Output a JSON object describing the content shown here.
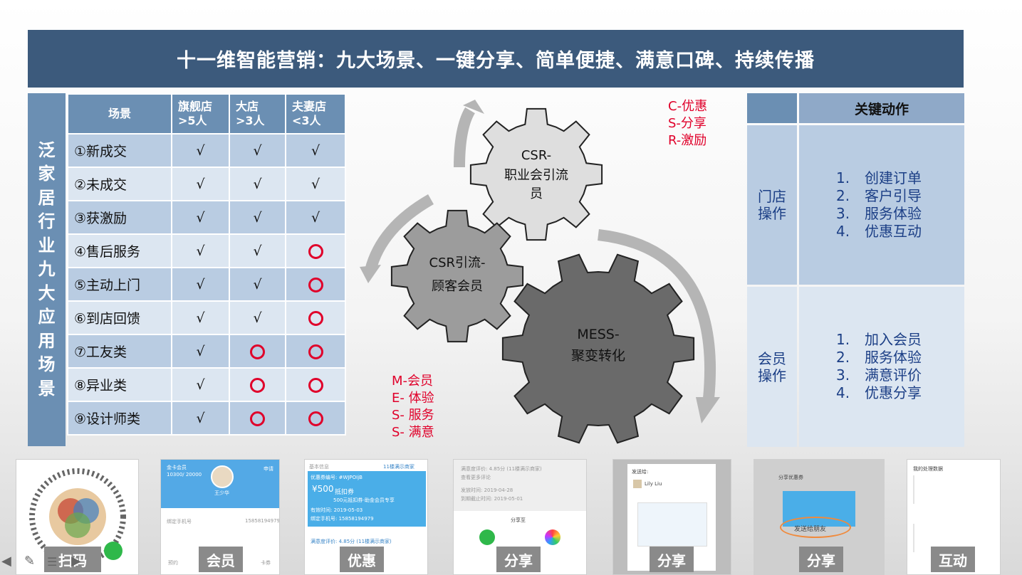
{
  "title": "十一维智能营销：九大场景、一键分享、简单便捷、满意口碑、持续传播",
  "left_table": {
    "side_label": [
      "泛",
      "家",
      "居",
      "行",
      "业",
      "九",
      "大",
      "应",
      "用",
      "场",
      "景"
    ],
    "headers": [
      [
        "场景"
      ],
      [
        "旗舰店",
        ">5人"
      ],
      [
        "大店",
        ">3人"
      ],
      [
        "夫妻店",
        "<3人"
      ]
    ],
    "rows": [
      {
        "name": "①新成交",
        "marks": [
          "√",
          "√",
          "√"
        ]
      },
      {
        "name": "②未成交",
        "marks": [
          "√",
          "√",
          "√"
        ]
      },
      {
        "name": "③获激励",
        "marks": [
          "√",
          "√",
          "√"
        ]
      },
      {
        "name": "④售后服务",
        "marks": [
          "√",
          "√",
          "O"
        ]
      },
      {
        "name": "⑤主动上门",
        "marks": [
          "√",
          "√",
          "O"
        ]
      },
      {
        "name": "⑥到店回馈",
        "marks": [
          "√",
          "√",
          "O"
        ]
      },
      {
        "name": "⑦工友类",
        "marks": [
          "√",
          "O",
          "O"
        ]
      },
      {
        "name": "⑧异业类",
        "marks": [
          "√",
          "O",
          "O"
        ]
      },
      {
        "name": "⑨设计师类",
        "marks": [
          "√",
          "O",
          "O"
        ]
      }
    ]
  },
  "gears": {
    "top": [
      "CSR-",
      "职业会引流",
      "员"
    ],
    "mid": [
      "CSR引流-",
      "顾客会员"
    ],
    "big": [
      "MESS-",
      "聚变转化"
    ]
  },
  "csr_legend": [
    "C-优惠",
    "S-分享",
    "R-激励"
  ],
  "mess_legend": [
    "M-会员",
    "E- 体验",
    "S- 服务",
    "S- 满意"
  ],
  "right_table": {
    "header": "关键动作",
    "sections": [
      {
        "label": [
          "门店",
          "操作"
        ],
        "items": [
          "创建订单",
          "客户引导",
          "服务体验",
          "优惠互动"
        ]
      },
      {
        "label": [
          "会员",
          "操作"
        ],
        "items": [
          "加入会员",
          "服务体验",
          "满意评价",
          "优惠分享"
        ]
      }
    ]
  },
  "thumbnails": {
    "captions": [
      "扫码",
      "会员",
      "优惠",
      "分享",
      "分享",
      "分享",
      "互动"
    ],
    "member_card": {
      "title": "金卡会员",
      "points": "10300/ 20000",
      "apply": "申请",
      "name": "王少华",
      "bind_phone": "绑定手机号",
      "phone": "15858194979",
      "tab_store": "预约",
      "tab_coupon": "卡券"
    },
    "coupon": {
      "section": "基本信息",
      "badge": "11楼满示商家",
      "coupon_no": "优惠券编号: #WJPOIjB",
      "amount": "¥500",
      "amount_label": "抵扣券",
      "desc": "500元抵扣券-助金会员专享",
      "valid": "有效时间: 2019-05-03",
      "phone": "绑定手机号: 15858194979",
      "rating": "满意度评价: 4.85分 (11楼满示商家)"
    },
    "share": {
      "rating": "满意度评价: 4.85分 (11楼满示商家)",
      "more": "查看更多评论",
      "send": "发放时间: 2019-04-28",
      "expire": "到期截止时间: 2019-05-01",
      "share_to": "分享至"
    },
    "send_to": {
      "label": "发送给:",
      "friend": "Lily Liu"
    },
    "share_coupon": {
      "title": "分享优惠券",
      "send_btn": "发送给朋友"
    },
    "reply": {
      "title": "我的处理数据"
    }
  },
  "colors": {
    "title_bg": "#3c5a7c",
    "header_bg": "#6b8fb3",
    "row_odd": "#b9cce2",
    "row_even": "#dce6f1",
    "accent_red": "#e0002a",
    "text_blue": "#1c3f86"
  }
}
